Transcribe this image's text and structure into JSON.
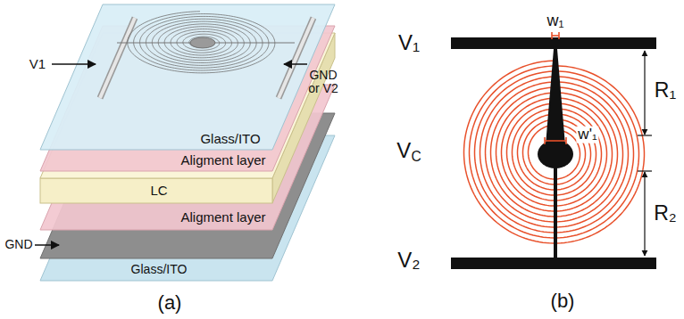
{
  "diagram": {
    "labels": [
      "V1",
      "GND or V2",
      "Glass/ITO",
      "Aligment layer",
      "LC",
      "Aligment layer",
      "GND",
      "Glass/ITO",
      "(a)",
      "V₁",
      "w₁",
      "w'₁",
      "R₁",
      "VC",
      "R₂",
      "V₂",
      "(b)"
    ]
  }
}
